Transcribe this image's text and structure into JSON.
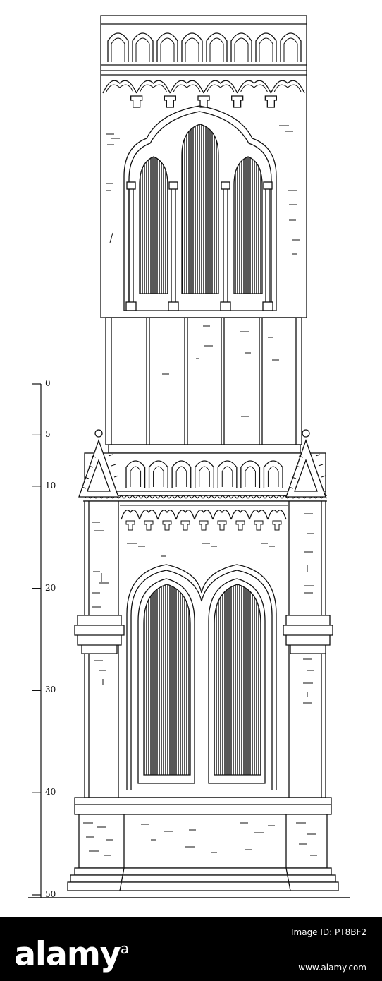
{
  "illustration": {
    "subject": "gothic-tower-elevation",
    "ink_color": "#111111",
    "paper_color": "#ffffff"
  },
  "scale_bar": {
    "labels": [
      "0",
      "5",
      "10",
      "20",
      "30",
      "40",
      "50"
    ]
  },
  "watermark": {
    "brand": "alamy",
    "image_id": "Image ID: PT8BF2",
    "url": "www.alamy.com",
    "bar_color": "#000000"
  }
}
